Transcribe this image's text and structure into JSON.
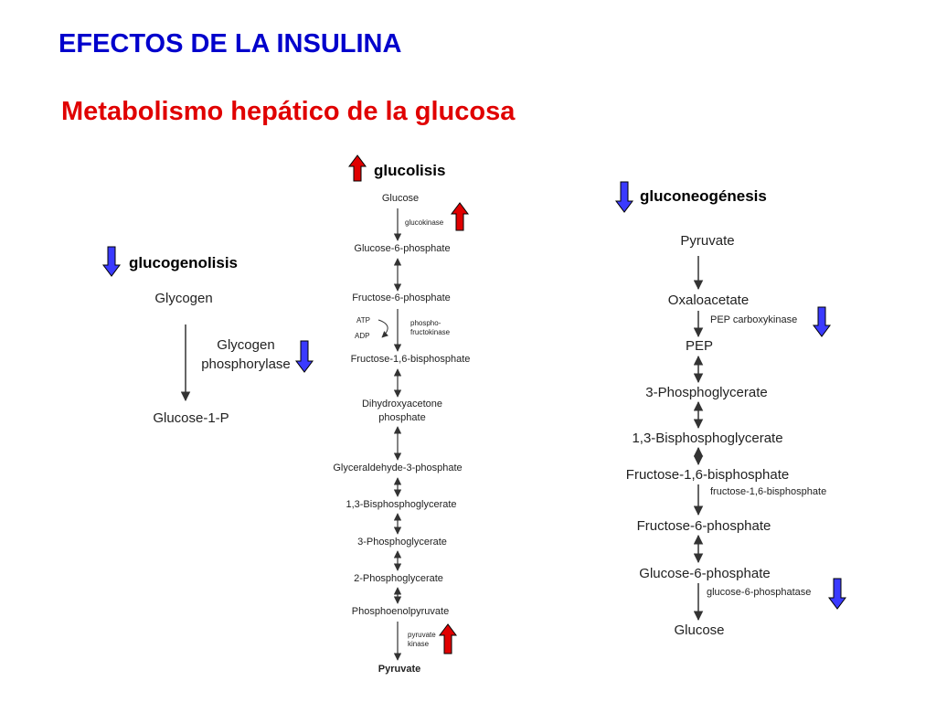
{
  "header": {
    "title": "EFECTOS DE LA INSULINA",
    "subtitle": "Metabolismo hepático de la glucosa"
  },
  "colors": {
    "title": "#0000cc",
    "subtitle": "#e00000",
    "up_arrow": "#e00000",
    "down_arrow": "#3a3aff"
  },
  "glycogenolysis": {
    "label": "glucogenolisis",
    "effect": "down",
    "nodes": [
      "Glycogen",
      "Glucose-1-P"
    ],
    "enzyme": {
      "line1": "Glycogen",
      "line2": "phosphorylase",
      "effect": "down"
    }
  },
  "glycolysis": {
    "label": "glucolisis",
    "effect": "up",
    "nodes": [
      "Glucose",
      "Glucose-6-phosphate",
      "Fructose-6-phosphate",
      "Fructose-1,6-bisphosphate",
      "Dihydroxyacetone",
      "phosphate",
      "Glyceraldehyde-3-phosphate",
      "1,3-Bisphosphoglycerate",
      "3-Phosphoglycerate",
      "2-Phosphoglycerate",
      "Phosphoenolpyruvate",
      "Pyruvate"
    ],
    "enzymes": {
      "glucokinase": "glucokinase",
      "pfk_line1": "phospho-",
      "pfk_line2": "fructokinase",
      "pk_line1": "pyruvate",
      "pk_line2": "kinase"
    },
    "cofactors": {
      "atp": "ATP",
      "adp": "ADP"
    },
    "enzyme_effects": {
      "glucokinase": "up",
      "pyruvate_kinase": "up"
    }
  },
  "gluconeogenesis": {
    "label": "gluconeogénesis",
    "effect": "down",
    "nodes": [
      "Pyruvate",
      "Oxaloacetate",
      "PEP",
      "3-Phosphoglycerate",
      "1,3-Bisphosphoglycerate",
      "Fructose-1,6-bisphosphate",
      "Fructose-6-phosphate",
      "Glucose-6-phosphate",
      "Glucose"
    ],
    "enzymes": {
      "pepck": "PEP carboxykinase",
      "fbpase": "fructose-1,6-bisphosphate",
      "g6pase": "glucose-6-phosphatase"
    },
    "enzyme_effects": {
      "pepck": "down",
      "g6pase": "down"
    }
  }
}
